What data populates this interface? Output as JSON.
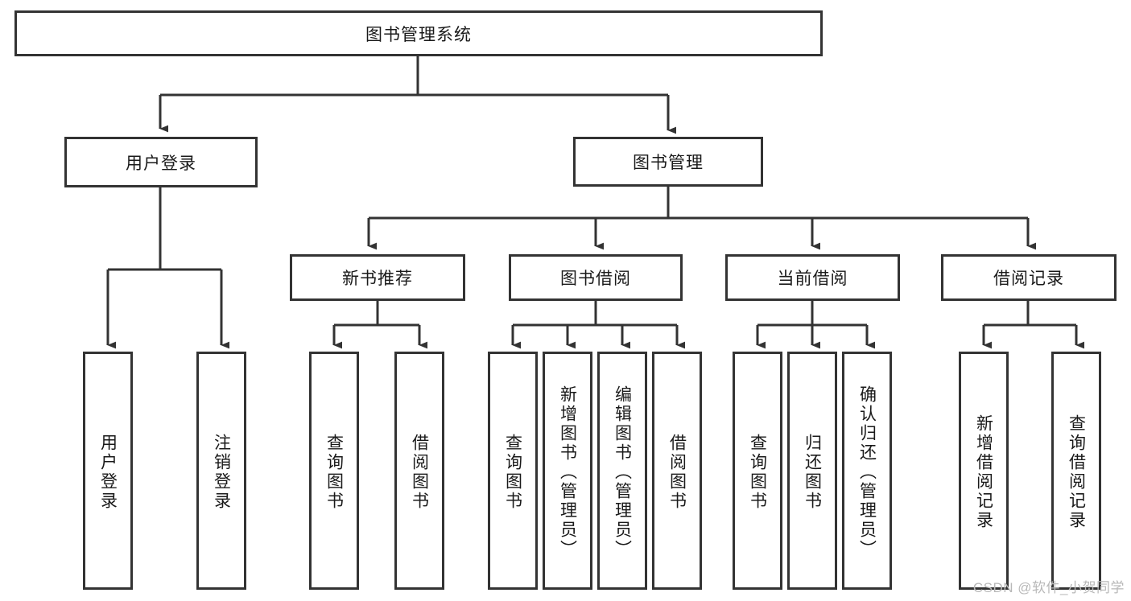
{
  "diagram": {
    "type": "tree-hierarchy",
    "title": "图书管理系统",
    "watermark": "CSDN @软件_小贺同学",
    "colors": {
      "stroke": "#333333",
      "box_fill": "#ffffff",
      "text": "#1a1a1a",
      "background": "#ffffff",
      "watermark": "#b8b8b8"
    },
    "levels": {
      "root": {
        "label": "图书管理系统"
      },
      "level2": [
        {
          "id": "user-login",
          "label": "用户登录"
        },
        {
          "id": "book-management",
          "label": "图书管理"
        }
      ],
      "level3": [
        {
          "id": "new-book-recommend",
          "label": "新书推荐",
          "parent": "book-management"
        },
        {
          "id": "book-borrow",
          "label": "图书借阅",
          "parent": "book-management"
        },
        {
          "id": "current-borrow",
          "label": "当前借阅",
          "parent": "book-management"
        },
        {
          "id": "borrow-record",
          "label": "借阅记录",
          "parent": "book-management"
        }
      ],
      "leaves": [
        {
          "id": "leaf-user-login",
          "label": "用户登录",
          "parent": "user-login"
        },
        {
          "id": "leaf-logout-login",
          "label": "注销登录",
          "parent": "user-login"
        },
        {
          "id": "leaf-query-book-1",
          "label": "查询图书",
          "parent": "new-book-recommend"
        },
        {
          "id": "leaf-borrow-book-1",
          "label": "借阅图书",
          "parent": "new-book-recommend"
        },
        {
          "id": "leaf-query-book-2",
          "label": "查询图书",
          "parent": "book-borrow"
        },
        {
          "id": "leaf-add-book",
          "label": "新增图书（管理员）",
          "parent": "book-borrow"
        },
        {
          "id": "leaf-edit-book",
          "label": "编辑图书（管理员）",
          "parent": "book-borrow"
        },
        {
          "id": "leaf-borrow-book-2",
          "label": "借阅图书",
          "parent": "book-borrow"
        },
        {
          "id": "leaf-query-book-3",
          "label": "查询图书",
          "parent": "current-borrow"
        },
        {
          "id": "leaf-return-book",
          "label": "归还图书",
          "parent": "current-borrow"
        },
        {
          "id": "leaf-confirm-return",
          "label": "确认归还（管理员）",
          "parent": "current-borrow"
        },
        {
          "id": "leaf-add-record",
          "label": "新增借阅记录",
          "parent": "borrow-record"
        },
        {
          "id": "leaf-query-record",
          "label": "查询借阅记录",
          "parent": "borrow-record"
        }
      ]
    }
  }
}
